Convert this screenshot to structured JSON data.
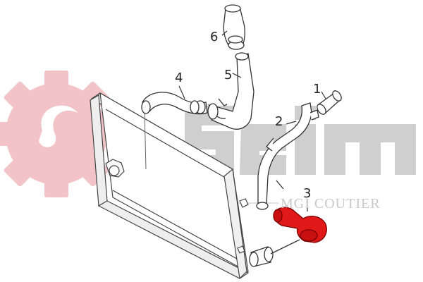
{
  "watermark": {
    "brand": "Seim",
    "tagline": "MGI COUTIER",
    "gear_color": "#f2c4c8",
    "text_color": "#c9c9c9"
  },
  "parts": [
    {
      "number": "1"
    },
    {
      "number": "2"
    },
    {
      "number": "3"
    },
    {
      "number": "4"
    },
    {
      "number": "5"
    },
    {
      "number": "6"
    }
  ],
  "highlight_color": "#e01818"
}
